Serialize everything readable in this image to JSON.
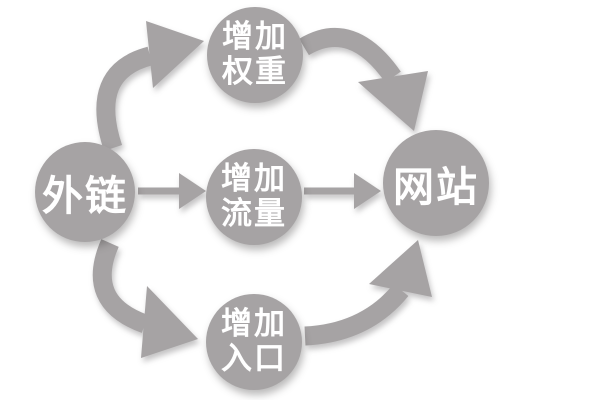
{
  "diagram": {
    "background_color": "#ffffff",
    "shape_color": "#a6a3a4",
    "label_color": "#ffffff",
    "nodes": {
      "source": {
        "label": "外链"
      },
      "weight": {
        "line1": "增加",
        "line2": "权重"
      },
      "traffic": {
        "line1": "增加",
        "line2": "流量"
      },
      "entry": {
        "line1": "增加",
        "line2": "入口"
      },
      "target": {
        "label": "网站"
      }
    },
    "connections": [
      {
        "from": "外链",
        "to": "增加权重",
        "style": "curved"
      },
      {
        "from": "外链",
        "to": "增加流量",
        "style": "straight"
      },
      {
        "from": "外链",
        "to": "增加入口",
        "style": "curved"
      },
      {
        "from": "增加权重",
        "to": "网站",
        "style": "curved"
      },
      {
        "from": "增加流量",
        "to": "网站",
        "style": "straight"
      },
      {
        "from": "增加入口",
        "to": "网站",
        "style": "curved"
      }
    ]
  }
}
